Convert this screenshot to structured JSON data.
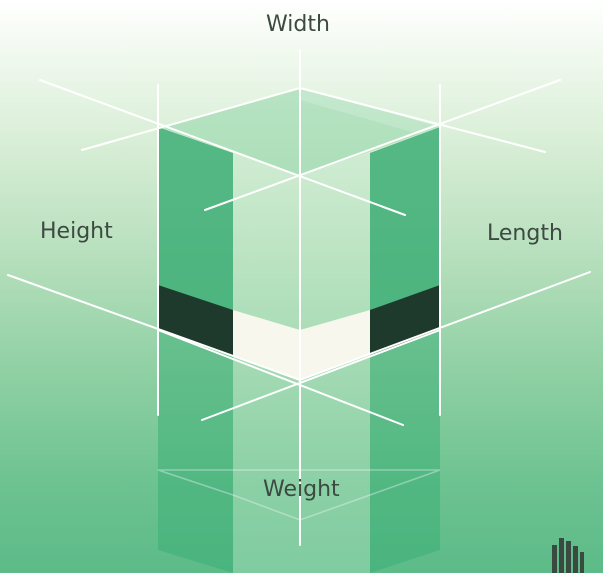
{
  "labels": {
    "width": "Width",
    "height": "Height",
    "length": "Length",
    "weight": "Weight"
  },
  "colors": {
    "panel_green": "#3dae76",
    "dark_band": "#1e3a2c",
    "light_floor": "#f7f7ee",
    "axis_line": "#ffffff",
    "text": "#3c4a42"
  }
}
